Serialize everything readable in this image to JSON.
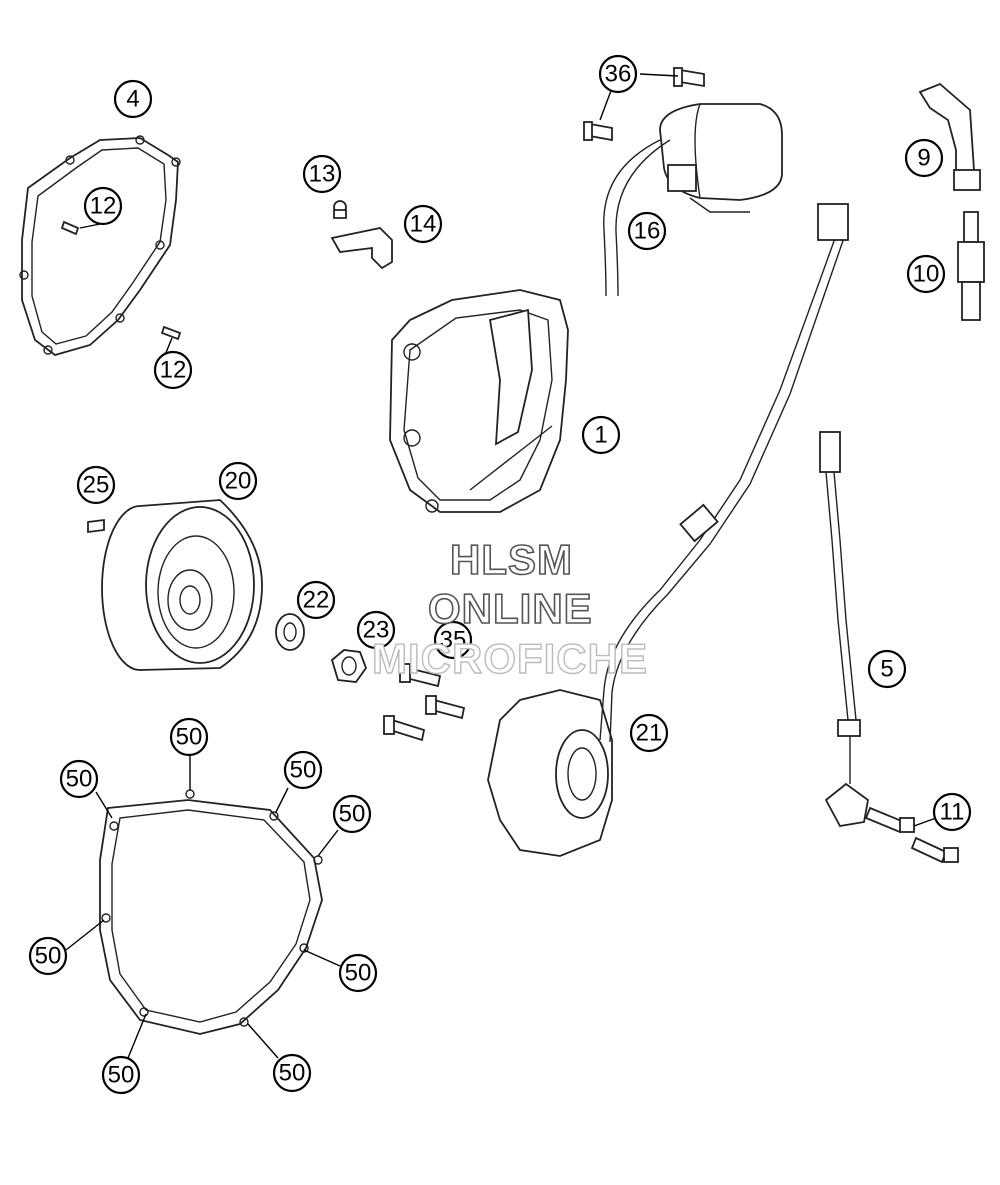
{
  "callouts": [
    {
      "label": "4"
    },
    {
      "label": "12"
    },
    {
      "label": "12"
    },
    {
      "label": "13"
    },
    {
      "label": "14"
    },
    {
      "label": "36"
    },
    {
      "label": "16"
    },
    {
      "label": "9"
    },
    {
      "label": "10"
    },
    {
      "label": "1"
    },
    {
      "label": "25"
    },
    {
      "label": "20"
    },
    {
      "label": "22"
    },
    {
      "label": "23"
    },
    {
      "label": "35"
    },
    {
      "label": "21"
    },
    {
      "label": "5"
    },
    {
      "label": "11"
    },
    {
      "label": "50"
    },
    {
      "label": "50"
    },
    {
      "label": "50"
    },
    {
      "label": "50"
    },
    {
      "label": "50"
    },
    {
      "label": "50"
    },
    {
      "label": "50"
    },
    {
      "label": "50"
    }
  ],
  "watermark": {
    "line1": "HLSM",
    "line2": "ONLINE",
    "line3": "MICROFICHE"
  }
}
